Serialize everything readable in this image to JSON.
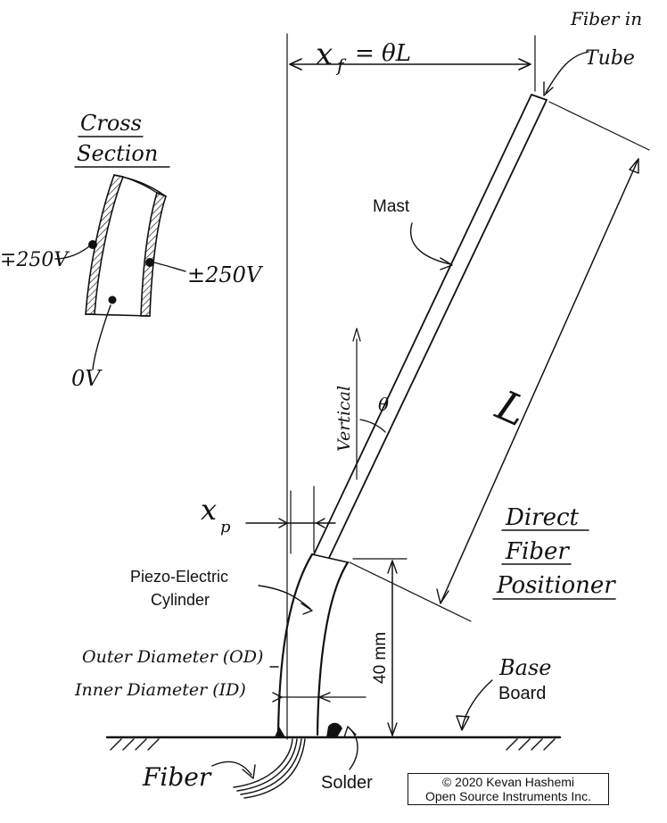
{
  "labels": {
    "xf_formula": "x",
    "xf_sub": "f",
    "xf_rhs": "= θL",
    "fiber_in_tube_line1": "Fiber in",
    "fiber_in_tube_line2": "Tube",
    "cross_section_line1": "Cross",
    "cross_section_line2": "Section",
    "voltage_left": "∓250V",
    "voltage_right": "±250V",
    "zero_volt": "0V",
    "mast": "Mast",
    "vertical": "Vertical",
    "theta": "θ",
    "length_L": "L",
    "xp": "x",
    "xp_sub": "p",
    "direct_fiber_positioner_line1": "Direct",
    "direct_fiber_positioner_line2": "Fiber",
    "direct_fiber_positioner_line3": "Positioner",
    "piezo_line1": "Piezo-Electric",
    "piezo_line2": "Cylinder",
    "height_40mm": "40 mm",
    "outer_diameter": "Outer Diameter (OD)",
    "inner_diameter": "Inner Diameter (ID)",
    "base_board_line1": "Base",
    "base_board_line2": "Board",
    "fiber": "Fiber",
    "solder": "Solder"
  },
  "copyright": {
    "line1": "© 2020 Kevan Hashemi",
    "line2": "Open Source Instruments Inc."
  },
  "colors": {
    "ink": "#111111",
    "background": "#ffffff"
  }
}
